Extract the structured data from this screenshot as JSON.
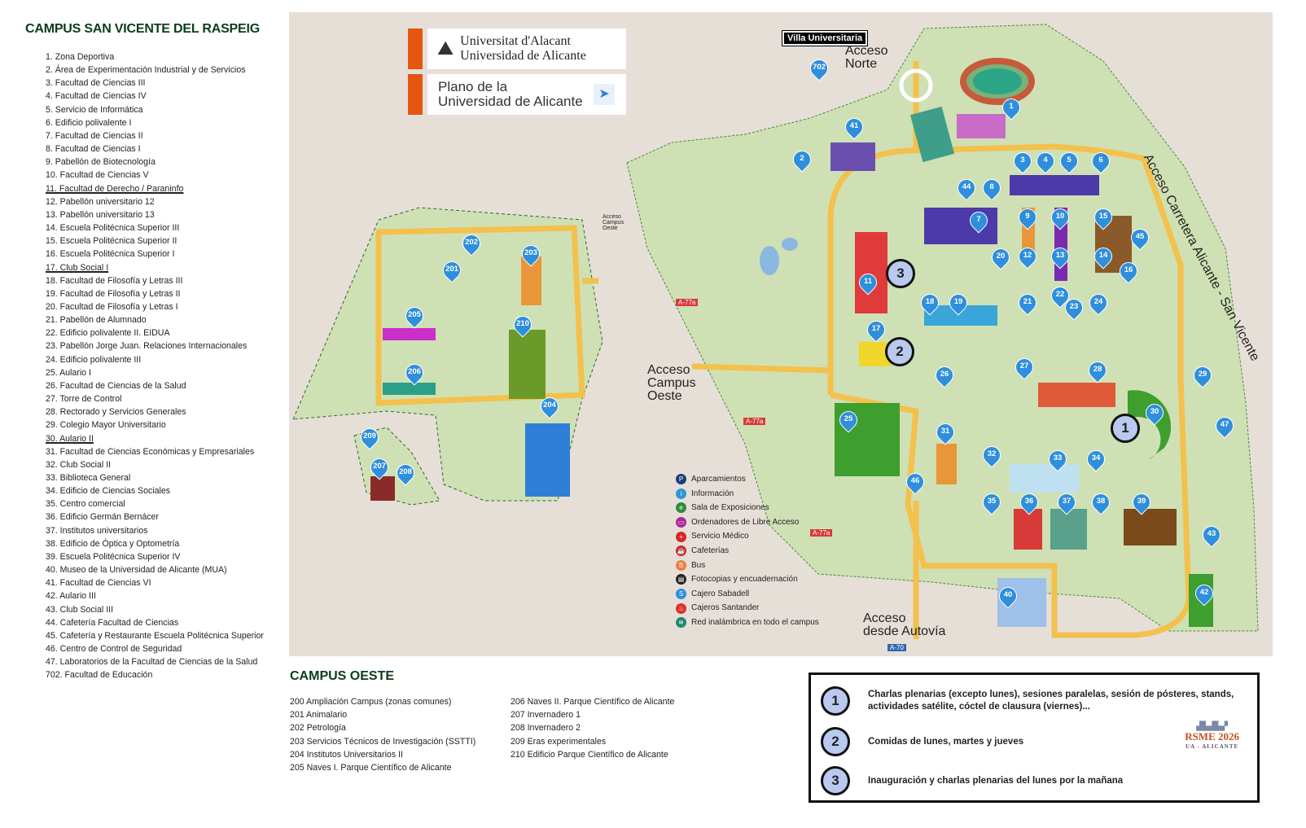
{
  "campus_title": "CAMPUS SAN VICENTE DEL RASPEIG",
  "buildings": [
    "1. Zona Deportiva",
    "2. Área de Experimentación Industrial y de Servicios",
    "3. Facultad de Ciencias III",
    "4. Facultad de Ciencias IV",
    "5. Servicio de Informática",
    "6. Edificio polivalente I",
    "7. Facultad de Ciencias II",
    "8. Facultad de Ciencias I",
    "9. Pabellón de Biotecnología",
    "10. Facultad de Ciencias V",
    "11. Facultad de Derecho / Paraninfo",
    "12. Pabellón universitario 12",
    "13. Pabellón universitario 13",
    "14. Escuela Politécnica Superior III",
    "15. Escuela Politécnica Superior II",
    "16. Escuela Politécnica Superior I",
    "17. Club Social I",
    "18. Facultad de Filosofía y Letras III",
    "19. Facultad de Filosofía y Letras II",
    "20. Facultad de Filosofía y Letras I",
    "21. Pabellón de Alumnado",
    "22. Edificio polivalente II. EIDUA",
    "23. Pabellón Jorge Juan. Relaciones Internacionales",
    "24. Edificio polivalente III",
    "25. Aulario I",
    "26. Facultad de Ciencias de la Salud",
    "27. Torre de Control",
    "28. Rectorado y Servicios Generales",
    "29. Colegio Mayor Universitario",
    "30. Aulario II",
    "31. Facultad de Ciencias Económicas y Empresariales",
    "32. Club Social II",
    "33. Biblioteca General",
    "34. Edificio de Ciencias Sociales",
    "35. Centro comercial",
    "36. Edificio Germán Bernácer",
    "37. Institutos universitarios",
    "38. Edificio de Óptica y Optometría",
    "39. Escuela Politécnica Superior IV",
    "40. Museo de la Universidad de Alicante (MUA)",
    "41. Facultad de Ciencias VI",
    "42. Aulario III",
    "43. Club Social III",
    "44. Cafetería Facultad de Ciencias",
    "45. Cafetería y Restaurante Escuela Politécnica Superior",
    "46. Centro de Control de Seguridad",
    "47. Laboratorios de la Facultad de Ciencias de la Salud",
    "702. Facultad de Educación"
  ],
  "underlined": [
    10,
    16,
    29
  ],
  "map": {
    "university_name_1": "Universitat d'Alacant",
    "university_name_2": "Universidad de Alicante",
    "plan_title_1": "Plano de la",
    "plan_title_2": "Universidad de Alicante",
    "villa": "Villa Universitaria",
    "acceso_norte": "Acceso\nNorte",
    "acceso_oeste": "Acceso\nCampus\nOeste",
    "acceso_oeste_small": "Acceso\nCampus\nOeste",
    "acceso_autovia": "Acceso\ndesde Autovía",
    "acceso_carretera": "Acceso Carretera Alicante - San Vicente",
    "roads": [
      "A-77a",
      "A-77a",
      "A-77a",
      "A-70"
    ],
    "pins": [
      "1",
      "41",
      "2",
      "3",
      "4",
      "5",
      "6",
      "44",
      "8",
      "7",
      "9",
      "10",
      "15",
      "45",
      "20",
      "12",
      "13",
      "14",
      "16",
      "11",
      "18",
      "19",
      "21",
      "22",
      "23",
      "24",
      "17",
      "27",
      "28",
      "26",
      "29",
      "30",
      "47",
      "25",
      "31",
      "32",
      "33",
      "34",
      "46",
      "35",
      "36",
      "37",
      "38",
      "39",
      "43",
      "40",
      "42",
      "702",
      "202",
      "203",
      "201",
      "205",
      "210",
      "206",
      "204",
      "209",
      "207",
      "208"
    ],
    "venues": [
      "1",
      "2",
      "3"
    ]
  },
  "legend": [
    {
      "label": "Aparcamientos",
      "icon": "parking-icon",
      "color": "#1d3d7a",
      "g": "P"
    },
    {
      "label": "Información",
      "icon": "info-icon",
      "color": "#2a9ad6",
      "g": "i"
    },
    {
      "label": "Sala de Exposiciones",
      "icon": "exhibition-icon",
      "color": "#2e8b3a",
      "g": "e"
    },
    {
      "label": "Ordenadores de Libre Acceso",
      "icon": "computer-icon",
      "color": "#b0269a",
      "g": "▭"
    },
    {
      "label": "Servicio Médico",
      "icon": "medical-icon",
      "color": "#d9262b",
      "g": "+"
    },
    {
      "label": "Cafeterías",
      "icon": "cafe-icon",
      "color": "#d2232a",
      "g": "☕"
    },
    {
      "label": "Bus",
      "icon": "bus-icon",
      "color": "#ef7d3c",
      "g": "B"
    },
    {
      "label": "Fotocopias y encuadernación",
      "icon": "printer-icon",
      "color": "#222222",
      "g": "▤"
    },
    {
      "label": "Cajero Sabadell",
      "icon": "atm-sabadell-icon",
      "color": "#2f8fdc",
      "g": "S"
    },
    {
      "label": "Cajeros Santander",
      "icon": "atm-santander-icon",
      "color": "#e0302a",
      "g": "♨"
    },
    {
      "label": "Red inalámbrica en todo el campus",
      "icon": "wifi-icon",
      "color": "#1d8a6d",
      "g": "≋"
    }
  ],
  "oeste_title": "CAMPUS OESTE",
  "oeste_col1": [
    "200 Ampliación Campus (zonas comunes)",
    "201 Animalario",
    "202 Petrología",
    "203 Servicios Técnicos de Investigación (SSTTI)",
    "204 Institutos Universitarios II",
    "205 Naves I. Parque Científico de Alicante"
  ],
  "oeste_col2": [
    "206 Naves II. Parque Científico de Alicante",
    "207 Invernadero 1",
    "208 Invernadero 2",
    "209 Eras experimentales",
    "210 Edificio Parque Científico de Alicante"
  ],
  "venue_box": [
    {
      "num": "1",
      "text": "Charlas plenarias (excepto lunes), sesiones paralelas, sesión de pósteres, stands, actividades satélite, cóctel de clausura (viernes)..."
    },
    {
      "num": "2",
      "text": "Comidas de lunes, martes y jueves"
    },
    {
      "num": "3",
      "text": "Inauguración y charlas plenarias del lunes por la mañana"
    }
  ],
  "logo": {
    "title": "RSME 2026",
    "sub": "UA - ALICANTE"
  }
}
